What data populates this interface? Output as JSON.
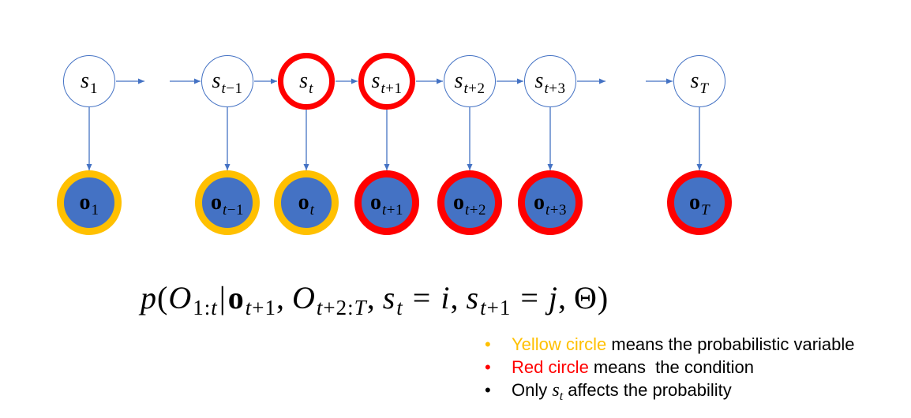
{
  "colors": {
    "blue": "#4472C4",
    "yellow": "#FFC000",
    "red": "#FF0000",
    "black": "#000000"
  },
  "diagram": {
    "states": [
      {
        "base": "s",
        "sub": "1",
        "ring": "blue"
      },
      {
        "base": "s",
        "sub": "t−1",
        "ring": "blue"
      },
      {
        "base": "s",
        "sub": "t",
        "ring": "red"
      },
      {
        "base": "s",
        "sub": "t+1",
        "ring": "red"
      },
      {
        "base": "s",
        "sub": "t+2",
        "ring": "blue"
      },
      {
        "base": "s",
        "sub": "t+3",
        "ring": "blue"
      },
      {
        "base": "s",
        "sub": "T",
        "ring": "blue"
      }
    ],
    "observations": [
      {
        "base": "o",
        "sub": "1",
        "ring": "yellow"
      },
      {
        "base": "o",
        "sub": "t−1",
        "ring": "yellow"
      },
      {
        "base": "o",
        "sub": "t",
        "ring": "yellow"
      },
      {
        "base": "o",
        "sub": "t+1",
        "ring": "red"
      },
      {
        "base": "o",
        "sub": "t+2",
        "ring": "red"
      },
      {
        "base": "o",
        "sub": "t+3",
        "ring": "red"
      },
      {
        "base": "o",
        "sub": "T",
        "ring": "red"
      }
    ]
  },
  "formula": [
    "p",
    "(",
    "O",
    "1:t",
    "|",
    "o",
    "t+1",
    ",",
    "O",
    "t+2:T",
    ",",
    "s",
    "t",
    "=",
    "i",
    ",",
    "s",
    "t+1",
    "=",
    "j",
    ",",
    "Θ",
    ")"
  ],
  "legend": [
    {
      "bullet": "•",
      "highlight": "Yellow circle",
      "text": " means the probabilistic variable",
      "color": "yellow"
    },
    {
      "bullet": "•",
      "highlight": "Red circle",
      "text": " means  the condition",
      "color": "red"
    },
    {
      "bullet": "•",
      "prefix": "Only ",
      "math_base": "s",
      "math_sub": "t",
      "text": " affects the probability",
      "color": "black"
    }
  ]
}
